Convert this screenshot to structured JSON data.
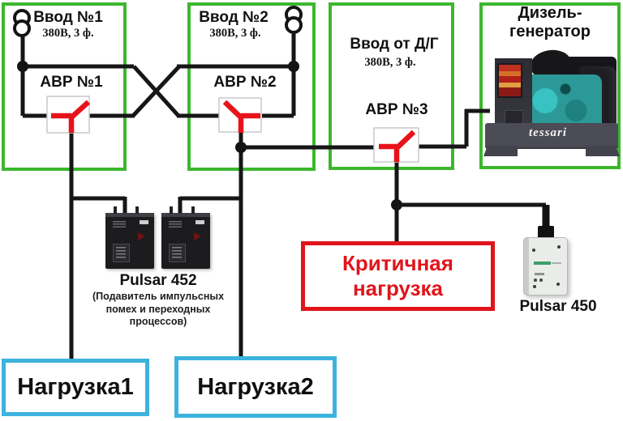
{
  "colors": {
    "source_border_green": "#3cb72d",
    "critical_red": "#e0151b",
    "load_border_cyan": "#3cb3de",
    "wire_black": "#161616",
    "switch_red": "#e8131a"
  },
  "sources": [
    {
      "title": "Ввод №1",
      "subtitle": "380В, 3 ф.",
      "avr": "АВР №1"
    },
    {
      "title": "Ввод №2",
      "subtitle": "380В, 3 ф.",
      "avr": "АВР №2"
    },
    {
      "title": "Ввод от Д/Г",
      "subtitle": "380В, 3 ф.",
      "avr": "АВР №3"
    }
  ],
  "generator": {
    "title_line1": "Дизель-",
    "title_line2": "генератор",
    "brand": "tessari"
  },
  "suppressor": {
    "label": "Pulsar 452",
    "note_line1": "(Подавитель импульсных",
    "note_line2": "помех и переходных",
    "note_line3": "процессов)"
  },
  "critical_load": {
    "line1": "Критичная",
    "line2": "нагрузка"
  },
  "pulsar450": {
    "label": "Pulsar 450"
  },
  "loads": [
    {
      "label": "Нагрузка1"
    },
    {
      "label": "Нагрузка2"
    }
  ]
}
